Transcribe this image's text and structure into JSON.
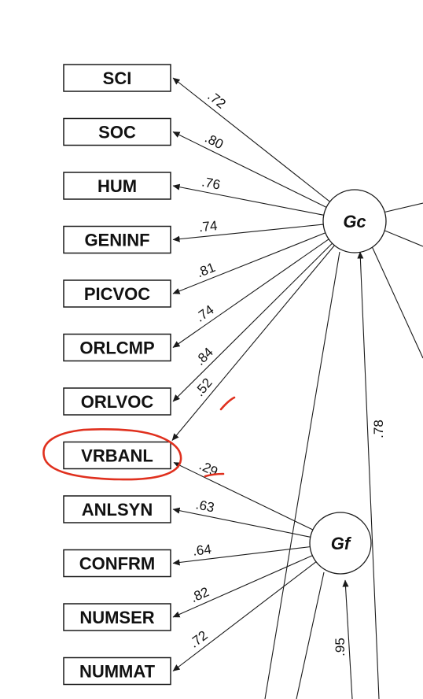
{
  "factors": [
    {
      "id": "gc",
      "label": "Gc"
    },
    {
      "id": "gf",
      "label": "Gf"
    }
  ],
  "boxes": [
    {
      "id": "sci",
      "label": "SCI"
    },
    {
      "id": "soc",
      "label": "SOC"
    },
    {
      "id": "hum",
      "label": "HUM"
    },
    {
      "id": "geninf",
      "label": "GENINF"
    },
    {
      "id": "picvoc",
      "label": "PICVOC"
    },
    {
      "id": "orlcmp",
      "label": "ORLCMP"
    },
    {
      "id": "orlvoc",
      "label": "ORLVOC"
    },
    {
      "id": "vrbanl",
      "label": "VRBANL"
    },
    {
      "id": "anlsyn",
      "label": "ANLSYN"
    },
    {
      "id": "confrm",
      "label": "CONFRM"
    },
    {
      "id": "numser",
      "label": "NUMSER"
    },
    {
      "id": "nummat",
      "label": "NUMMAT"
    }
  ],
  "loadings": [
    {
      "from": "gc",
      "to": "sci",
      "label": ".72"
    },
    {
      "from": "gc",
      "to": "soc",
      "label": ".80"
    },
    {
      "from": "gc",
      "to": "hum",
      "label": ".76"
    },
    {
      "from": "gc",
      "to": "geninf",
      "label": ".74"
    },
    {
      "from": "gc",
      "to": "picvoc",
      "label": ".81"
    },
    {
      "from": "gc",
      "to": "orlcmp",
      "label": ".74"
    },
    {
      "from": "gc",
      "to": "orlvoc",
      "label": ".84"
    },
    {
      "from": "gc",
      "to": "vrbanl",
      "label": ".52"
    },
    {
      "from": "gf",
      "to": "vrbanl",
      "label": ".29"
    },
    {
      "from": "gf",
      "to": "anlsyn",
      "label": ".63"
    },
    {
      "from": "gf",
      "to": "confrm",
      "label": ".64"
    },
    {
      "from": "gf",
      "to": "numser",
      "label": ".82"
    },
    {
      "from": "gf",
      "to": "nummat",
      "label": ".72"
    }
  ],
  "higher_order": [
    {
      "to": "gc",
      "label": ".78"
    },
    {
      "to": "gf",
      "label": ".95"
    }
  ],
  "colors": {
    "ink": "#1a1a1a",
    "annotation": "#e0301e"
  }
}
